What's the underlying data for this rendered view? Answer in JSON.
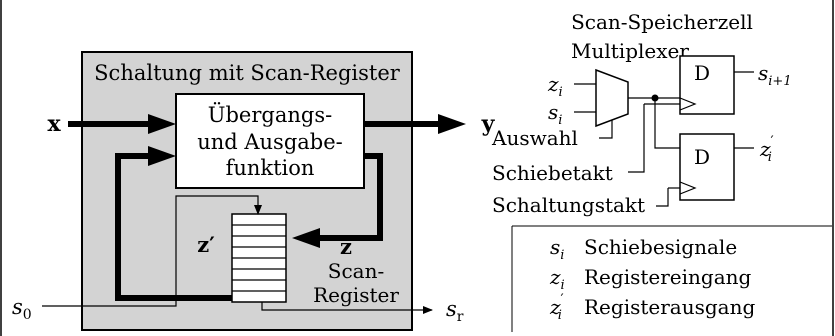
{
  "circuit": {
    "title": "Schaltung mit Scan-Register",
    "input_x": "x",
    "output_y": "y",
    "function_block": [
      "Übergangs-",
      "und Ausgabe-",
      "funktion"
    ],
    "state_z_prime": "z′",
    "state_z": "z",
    "scan_register": [
      "Scan-",
      "Register"
    ],
    "s0": "s",
    "s0_sub": "0",
    "sr": "s",
    "sr_sub": "r"
  },
  "cell": {
    "title": "Scan-Speicherzell",
    "mux_label": "Multiplexer",
    "in_z": "z",
    "in_z_sub": "i",
    "in_s": "s",
    "in_s_sub": "i",
    "ff1": "D",
    "ff2": "D",
    "out_s": "s",
    "out_s_sub": "i+1",
    "out_z": "z",
    "out_z_sub": "i",
    "out_z_prime": "′",
    "auswahl": "Auswahl",
    "schiebetakt": "Schiebetakt",
    "schaltungstakt": "Schaltungstakt"
  },
  "legend": [
    {
      "sym": "s",
      "sub": "i",
      "prime": "",
      "text": "Schiebesignale"
    },
    {
      "sym": "z",
      "sub": "i",
      "prime": "",
      "text": "Registereingang"
    },
    {
      "sym": "z",
      "sub": "i",
      "prime": "′",
      "text": "Registerausgang"
    }
  ]
}
